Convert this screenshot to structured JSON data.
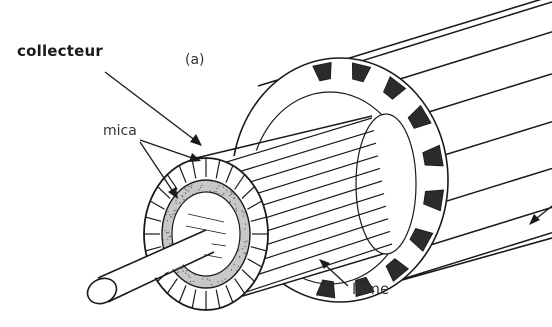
{
  "figure": {
    "panel_label": "(a)",
    "labels": {
      "collecteur": "collecteur",
      "mica": "mica",
      "lame": "lame"
    }
  },
  "colors": {
    "ink": "#1a1a1a",
    "fill": "#ffffff",
    "slot": "#2b2b2b",
    "shade": "#c8c8c8"
  }
}
